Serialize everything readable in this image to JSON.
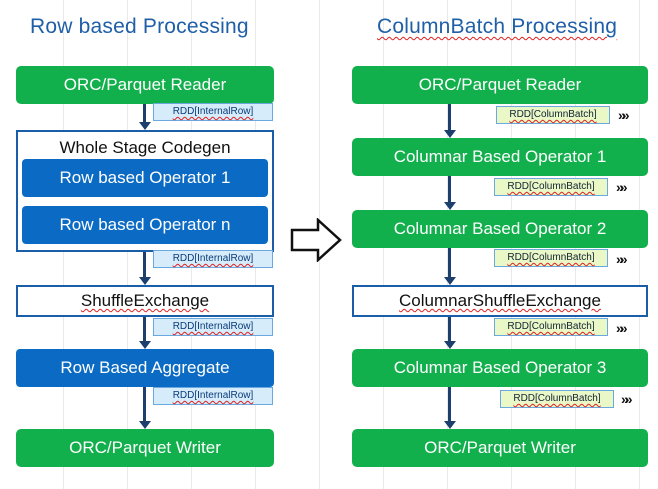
{
  "left": {
    "title": "Row based Processing",
    "reader": "ORC/Parquet Reader",
    "rdd_label": "RDD[InternalRow]",
    "codegen_label": "Whole Stage Codegen",
    "op1": "Row based Operator 1",
    "opn": "Row based Operator n",
    "shuffle": "ShuffleExchange",
    "aggregate": "Row Based Aggregate",
    "writer": "ORC/Parquet Writer"
  },
  "right": {
    "title": "ColumnBatch Processing",
    "reader": "ORC/Parquet Reader",
    "rdd_label": "RDD[ColumnBatch]",
    "op1": "Columnar Based Operator 1",
    "op2": "Columnar Based Operator 2",
    "shuffle": "ColumnarShuffleExchange",
    "op3": "Columnar Based Operator 3",
    "writer": "ORC/Parquet Writer"
  },
  "chevrons": "»»",
  "colors": {
    "green": "#12b04c",
    "blue": "#0b6bc4",
    "title": "#1f5fa8",
    "arrow": "#1d3f6e"
  }
}
